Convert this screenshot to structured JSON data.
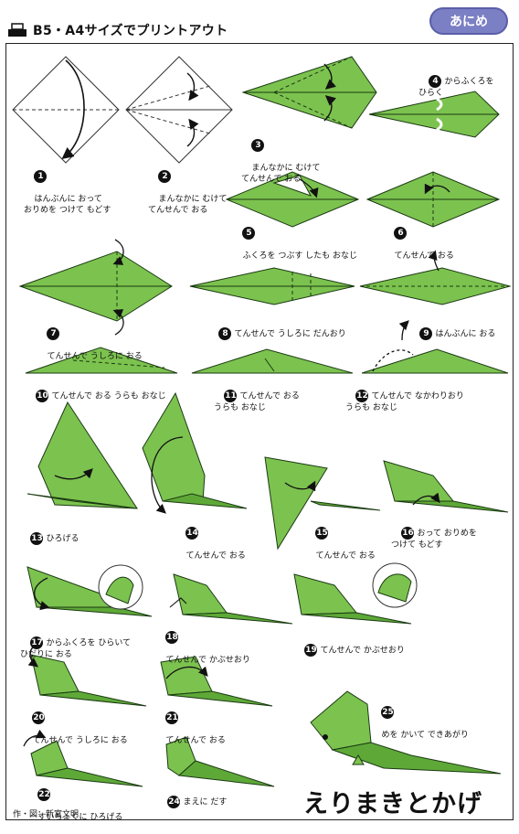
{
  "header": {
    "title": "B5・A4サイズでプリントアウト",
    "anime_button": "あにめ"
  },
  "steps": [
    {
      "n": "1",
      "text": "はんぶんに おって\nおりめを つけて もどす"
    },
    {
      "n": "2",
      "text": "まんなかに むけて\nてんせんで おる"
    },
    {
      "n": "3",
      "text": "まんなかに むけて\nてんせんで おる"
    },
    {
      "n": "4",
      "text": "からふくろを\nひらく"
    },
    {
      "n": "5",
      "text": "ふくろを つぶす したも おなじ"
    },
    {
      "n": "6",
      "text": "てんせんで おる"
    },
    {
      "n": "7",
      "text": "てんせんで うしろに おる"
    },
    {
      "n": "8",
      "text": "てんせんで うしろに だんおり"
    },
    {
      "n": "9",
      "text": "はんぶんに おる"
    },
    {
      "n": "10",
      "text": "てんせんで おる うらも おなじ"
    },
    {
      "n": "11",
      "text": "てんせんで おる\nうらも おなじ"
    },
    {
      "n": "12",
      "text": "てんせんで なかわりおり\nうらも おなじ"
    },
    {
      "n": "13",
      "text": "ひろげる"
    },
    {
      "n": "14",
      "text": "てんせんで おる"
    },
    {
      "n": "15",
      "text": "てんせんで おる"
    },
    {
      "n": "16",
      "text": "おって おりめを\nつけて もどす"
    },
    {
      "n": "17",
      "text": "からふくろを ひらいて\nひだりに おる"
    },
    {
      "n": "18",
      "text": "てんせんで かぶせおり"
    },
    {
      "n": "19",
      "text": "てんせんで かぶせおり"
    },
    {
      "n": "20",
      "text": "てんせんで うしろに おる"
    },
    {
      "n": "21",
      "text": "てんせんで おる"
    },
    {
      "n": "22",
      "text": "すいちょくに ひろげる"
    },
    {
      "n": "24",
      "text": "まえに だす"
    },
    {
      "n": "25",
      "text": "めを かいて できあがり"
    }
  ],
  "credit": "作・図：新宮文明",
  "page_title": "えりまきとかげ",
  "colors": {
    "paper": "#7cc24f",
    "paper_dark": "#5ea838",
    "outline": "#1a3a12",
    "accent": "#7b7fc4"
  }
}
